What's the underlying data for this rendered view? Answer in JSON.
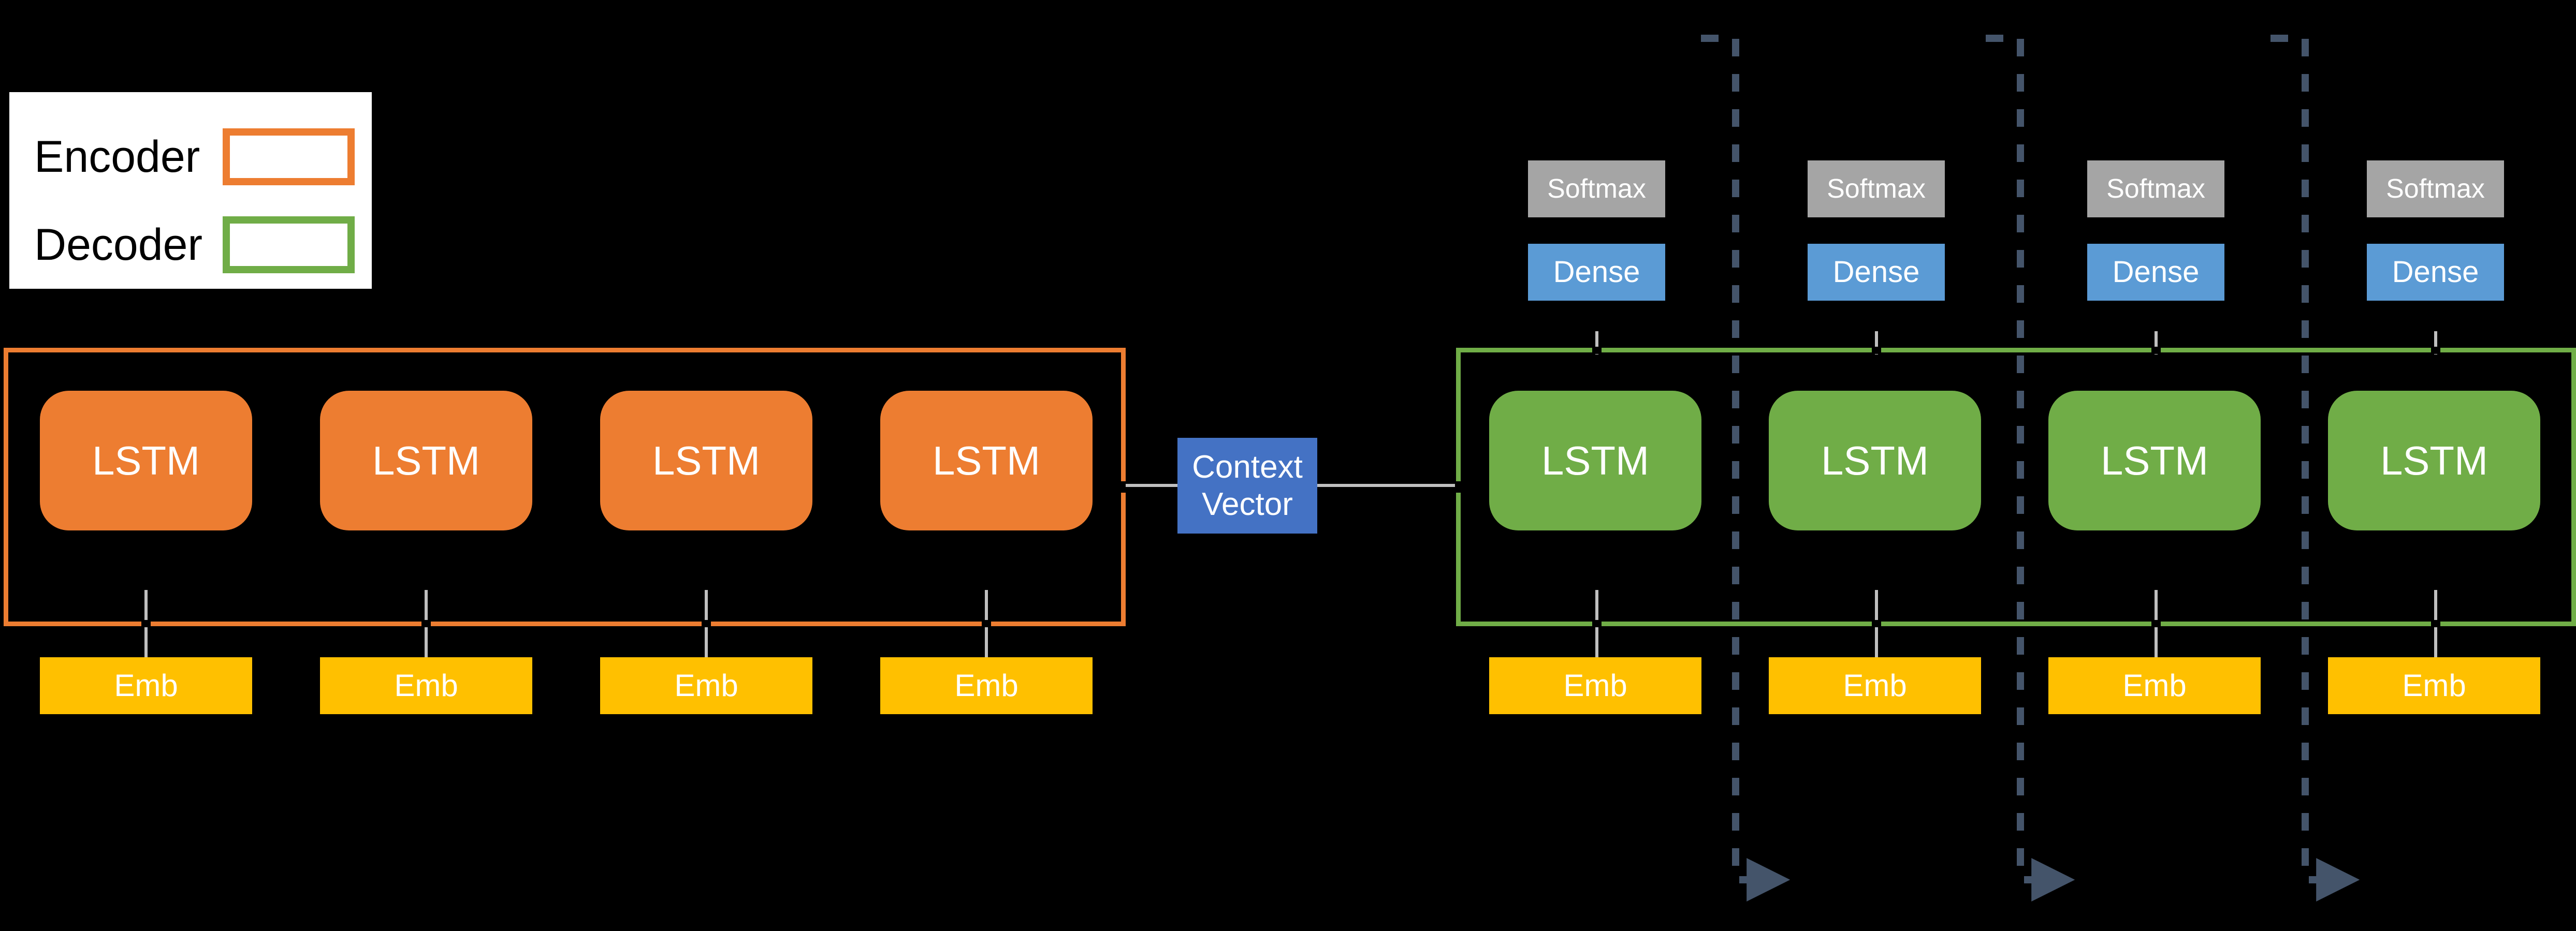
{
  "legend": {
    "encoder_label": "Encoder",
    "decoder_label": "Decoder",
    "encoder_color": "#ED7D31",
    "decoder_color": "#70AD47"
  },
  "palette": {
    "background": "#000000",
    "encoder_cell": "#ED7D31",
    "decoder_cell": "#70AD47",
    "embedding": "#FFC000",
    "dense": "#5B9BD5",
    "softmax": "#A5A5A5",
    "context_vector": "#4472C4",
    "feedback_dash": "#44546A",
    "wire": "#BFBFBF"
  },
  "encoder": {
    "frame_color": "#ED7D31",
    "cells": [
      {
        "lstm": "LSTM",
        "emb": "Emb"
      },
      {
        "lstm": "LSTM",
        "emb": "Emb"
      },
      {
        "lstm": "LSTM",
        "emb": "Emb"
      },
      {
        "lstm": "LSTM",
        "emb": "Emb"
      }
    ]
  },
  "context": {
    "line1": "Context",
    "line2": "Vector"
  },
  "decoder": {
    "frame_color": "#70AD47",
    "cells": [
      {
        "softmax": "Softmax",
        "dense": "Dense",
        "lstm": "LSTM",
        "emb": "Emb"
      },
      {
        "softmax": "Softmax",
        "dense": "Dense",
        "lstm": "LSTM",
        "emb": "Emb"
      },
      {
        "softmax": "Softmax",
        "dense": "Dense",
        "lstm": "LSTM",
        "emb": "Emb"
      },
      {
        "softmax": "Softmax",
        "dense": "Dense",
        "lstm": "LSTM",
        "emb": "Emb"
      }
    ],
    "feedback_arrows": 3
  }
}
